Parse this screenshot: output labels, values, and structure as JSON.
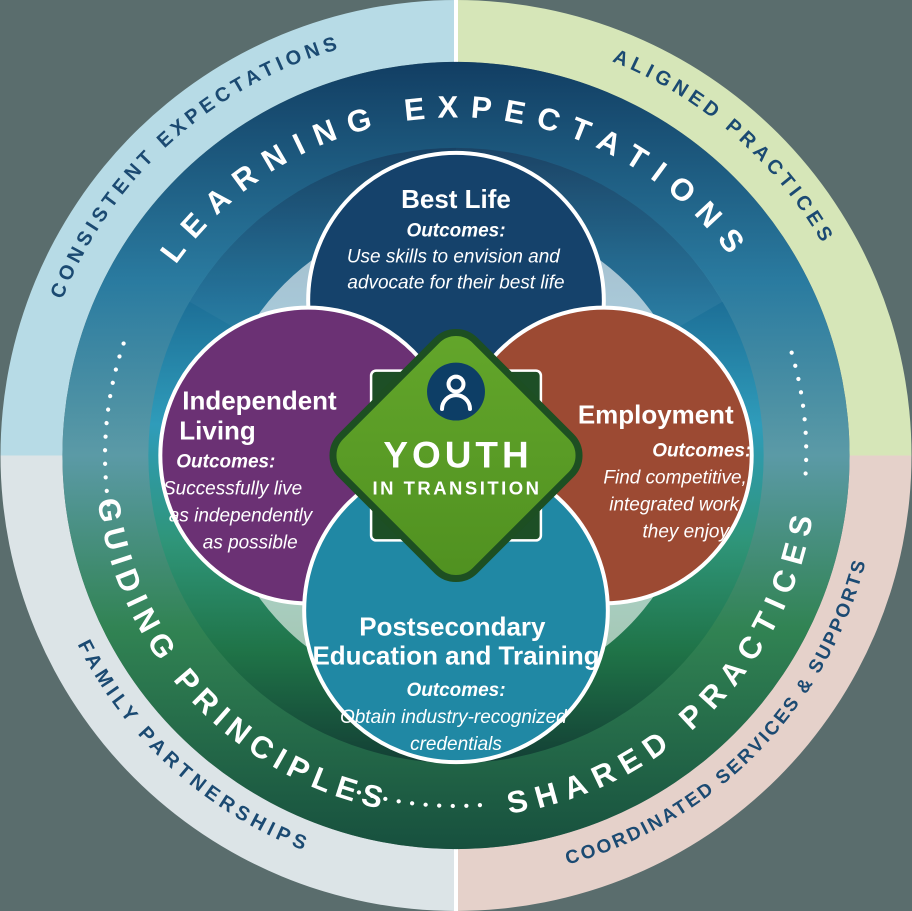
{
  "background_color": "#5a6d6d",
  "outer_ring": {
    "text_color": "#1b4a72",
    "segments": [
      {
        "position": "top-left",
        "label": "CONSISTENT EXPECTATIONS",
        "color": "#b7dbe6"
      },
      {
        "position": "top-right",
        "label": "ALIGNED PRACTICES",
        "color": "#d6e6b8"
      },
      {
        "position": "bottom-left",
        "label": "FAMILY PARTNERSHIPS",
        "color": "#dce4e7"
      },
      {
        "position": "bottom-right",
        "label": "COORDINATED SERVICES & SUPPORTS",
        "color": "#e5d1ca"
      }
    ]
  },
  "inner_ring": {
    "text_color": "#ffffff",
    "labels": [
      {
        "position": "top",
        "label": "LEARNING EXPECTATIONS"
      },
      {
        "position": "bottom-left",
        "label": "GUIDING PRINCIPLES"
      },
      {
        "position": "bottom-right",
        "label": "SHARED PRACTICES"
      }
    ],
    "gradient_colors": [
      "#123e63",
      "#2a7ba0",
      "#5b9aa6",
      "#318353",
      "#17503e"
    ]
  },
  "center": {
    "icon": "person-icon",
    "icon_circle_color": "#0d3e66",
    "title": "YOUTH",
    "subtitle": "IN TRANSITION",
    "diamond_color": "#5c9e24",
    "diamond_border_color": "#1d4f22"
  },
  "domains": [
    {
      "id": "best-life",
      "color": "#15426b",
      "title_lines": [
        "Best Life"
      ],
      "outcomes_label": "Outcomes:",
      "outcome_lines": [
        "Use skills to envision and",
        "advocate for their best life"
      ]
    },
    {
      "id": "independent-living",
      "color": "#6b3174",
      "title_lines": [
        "Independent",
        "Living"
      ],
      "outcomes_label": "Outcomes:",
      "outcome_lines": [
        "Successfully live",
        "as independently",
        "as possible"
      ]
    },
    {
      "id": "employment",
      "color": "#9c4a33",
      "title_lines": [
        "Employment"
      ],
      "outcomes_label": "Outcomes:",
      "outcome_lines": [
        "Find competitive,",
        "integrated work",
        "they enjoy"
      ]
    },
    {
      "id": "postsecondary-education-and-training",
      "color": "#2088a4",
      "title_lines": [
        "Postsecondary",
        "Education and Training"
      ],
      "outcomes_label": "Outcomes:",
      "outcome_lines": [
        "Obtain industry-recognized",
        "credentials"
      ]
    }
  ]
}
